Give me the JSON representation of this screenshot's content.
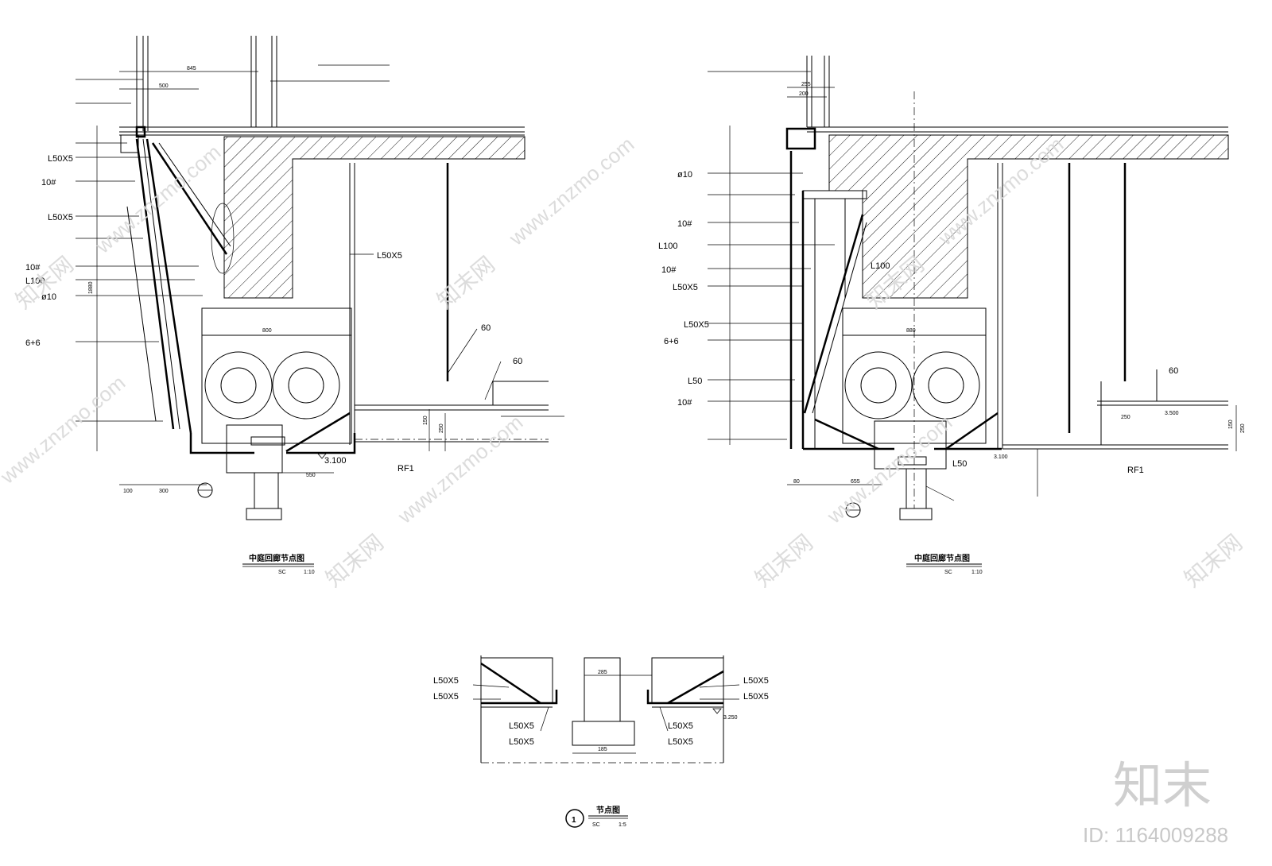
{
  "drawings": {
    "left_detail": {
      "title": "中庭回廊节点图",
      "scale_prefix": "SC",
      "scale": "1:10",
      "labels_left": [
        "L50X5",
        "10#",
        "L50X5",
        "10#",
        "L100",
        "ø10",
        "6+6"
      ],
      "labels_right": [
        "L50X5",
        "60",
        "60",
        "RF1"
      ],
      "elevation": "3.100",
      "dims": {
        "top": "845",
        "mid": "500",
        "small": "100",
        "w1": "800",
        "w2": "550",
        "h1": "1880",
        "b1": "100",
        "b2": "300",
        "d1": "150",
        "d2": "250"
      }
    },
    "right_detail": {
      "title": "中庭回廊节点图",
      "scale_prefix": "SC",
      "scale": "1:10",
      "labels_left": [
        "ø10",
        "10#",
        "L100",
        "10#",
        "L50X5",
        "L50X5",
        "6+6",
        "L50",
        "10#"
      ],
      "labels_right": [
        "L100",
        "60",
        "L50",
        "RF1"
      ],
      "elevation_1": "3.100",
      "elevation_2": "3.500",
      "dims": {
        "top": "255",
        "mid": "200",
        "w1": "880",
        "w2": "655",
        "b1": "80",
        "d1": "250",
        "d2": "150",
        "d3": "250"
      }
    },
    "bottom_detail": {
      "title": "节点图",
      "scale_prefix": "SC",
      "scale": "1:5",
      "marker": "1",
      "labels_left": [
        "L50X5",
        "L50X5",
        "L50X5",
        "L50X5"
      ],
      "labels_right": [
        "L50X5",
        "L50X5",
        "L50X5",
        "L50X5"
      ],
      "dims": {
        "top": "285",
        "bottom": "185"
      },
      "elevation": "3.250"
    }
  },
  "watermark": {
    "site": "www.znzmo.com",
    "brand": "知末网",
    "logo": "知末",
    "id": "ID: 1164009288"
  }
}
